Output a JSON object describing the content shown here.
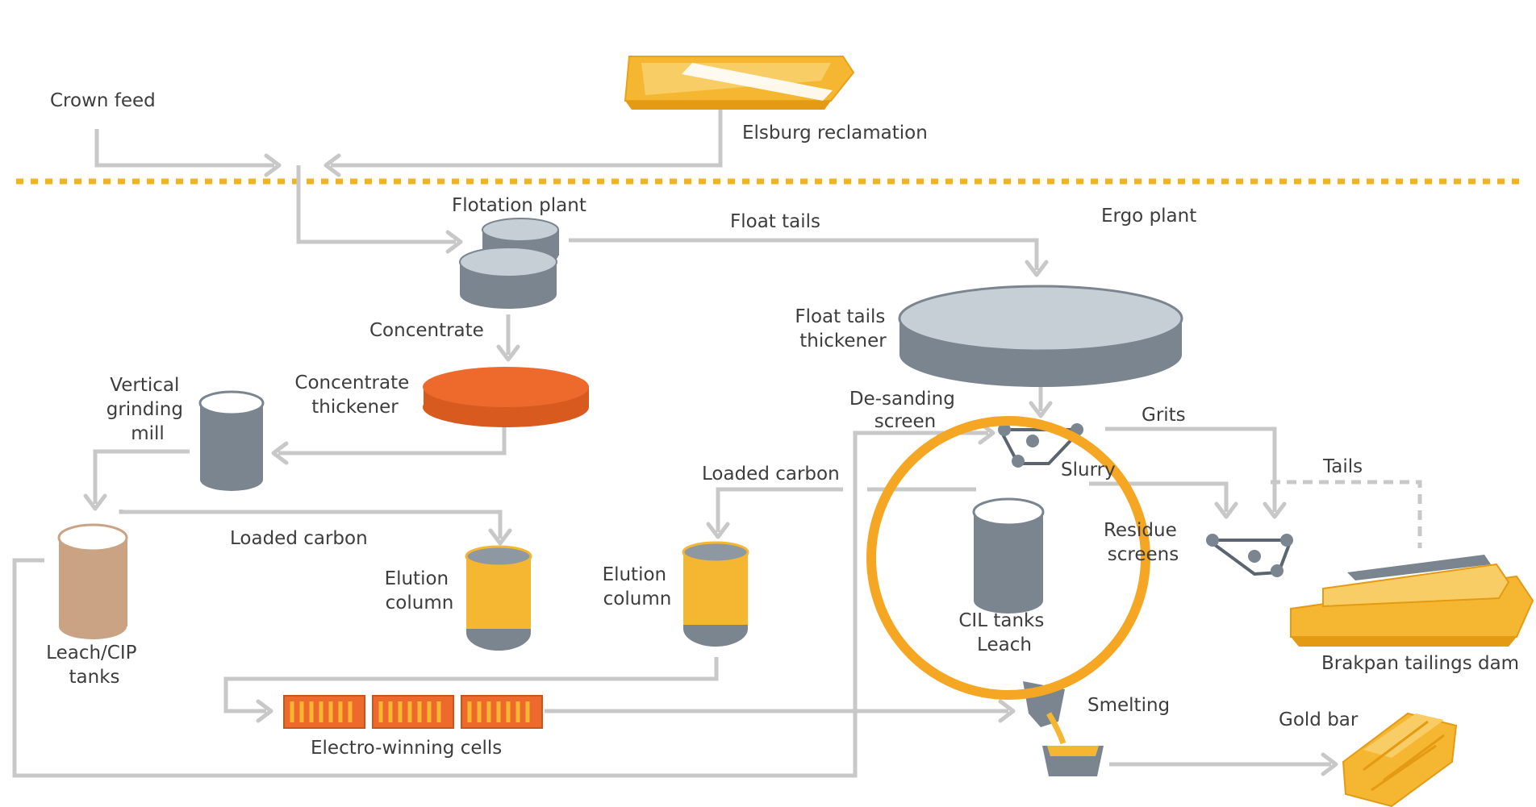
{
  "colors": {
    "flow_line": "#c8c8c8",
    "divider": "#f0b323",
    "gold": "#f5b731",
    "gold_light": "#f9cd66",
    "orange": "#ee6a2c",
    "slate": "#7a8590",
    "slate_top": "#c6ced6",
    "tan": "#c9a383",
    "highlight": "#f5a623",
    "text": "#3d3d3d"
  },
  "labels": {
    "crown_feed": "Crown feed",
    "elsburg_reclamation": "Elsburg reclamation",
    "flotation_plant": "Flotation plant",
    "float_tails": "Float tails",
    "ergo_plant": "Ergo plant",
    "concentrate": "Concentrate",
    "float_tails_thickener_1": "Float tails",
    "float_tails_thickener_2": "thickener",
    "concentrate_thickener_1": "Concentrate",
    "concentrate_thickener_2": "thickener",
    "vertical_grinding_mill_1": "Vertical",
    "vertical_grinding_mill_2": "grinding",
    "vertical_grinding_mill_3": "mill",
    "de_sanding_screen_1": "De-sanding",
    "de_sanding_screen_2": "screen",
    "grits": "Grits",
    "loaded_carbon_right": "Loaded carbon",
    "slurry": "Slurry",
    "tails": "Tails",
    "loaded_carbon_left": "Loaded carbon",
    "residue_screens_1": "Residue",
    "residue_screens_2": "screens",
    "elution_column_left_1": "Elution",
    "elution_column_left_2": "column",
    "elution_column_right_1": "Elution",
    "elution_column_right_2": "column",
    "cil_tanks_leach_1": "CIL tanks",
    "cil_tanks_leach_2": "Leach",
    "leach_cip_tanks_1": "Leach/CIP",
    "leach_cip_tanks_2": "tanks",
    "brakpan_tailings_dam": "Brakpan tailings dam",
    "smelting": "Smelting",
    "gold_bar": "Gold bar",
    "electro_winning_cells": "Electro-winning cells"
  },
  "icons": {
    "elsburg": "tailings-heap-icon",
    "flotation": "flotation-cells-icon",
    "float_thickener": "thickener-icon",
    "conc_thickener": "thickener-icon",
    "grinding_mill": "mill-cylinder-icon",
    "leach_cip": "tank-icon",
    "elution_left": "elution-column-icon",
    "elution_right": "elution-column-icon",
    "cil_tanks": "tank-icon",
    "desanding_screen": "screen-icon",
    "residue_screen": "screen-icon",
    "brakpan_dam": "tailings-dam-icon",
    "ew_cells": "electrowinning-cell-icon",
    "smelter": "crucible-icon",
    "gold_bar": "gold-bar-icon",
    "highlight": "highlight-circle-icon"
  }
}
